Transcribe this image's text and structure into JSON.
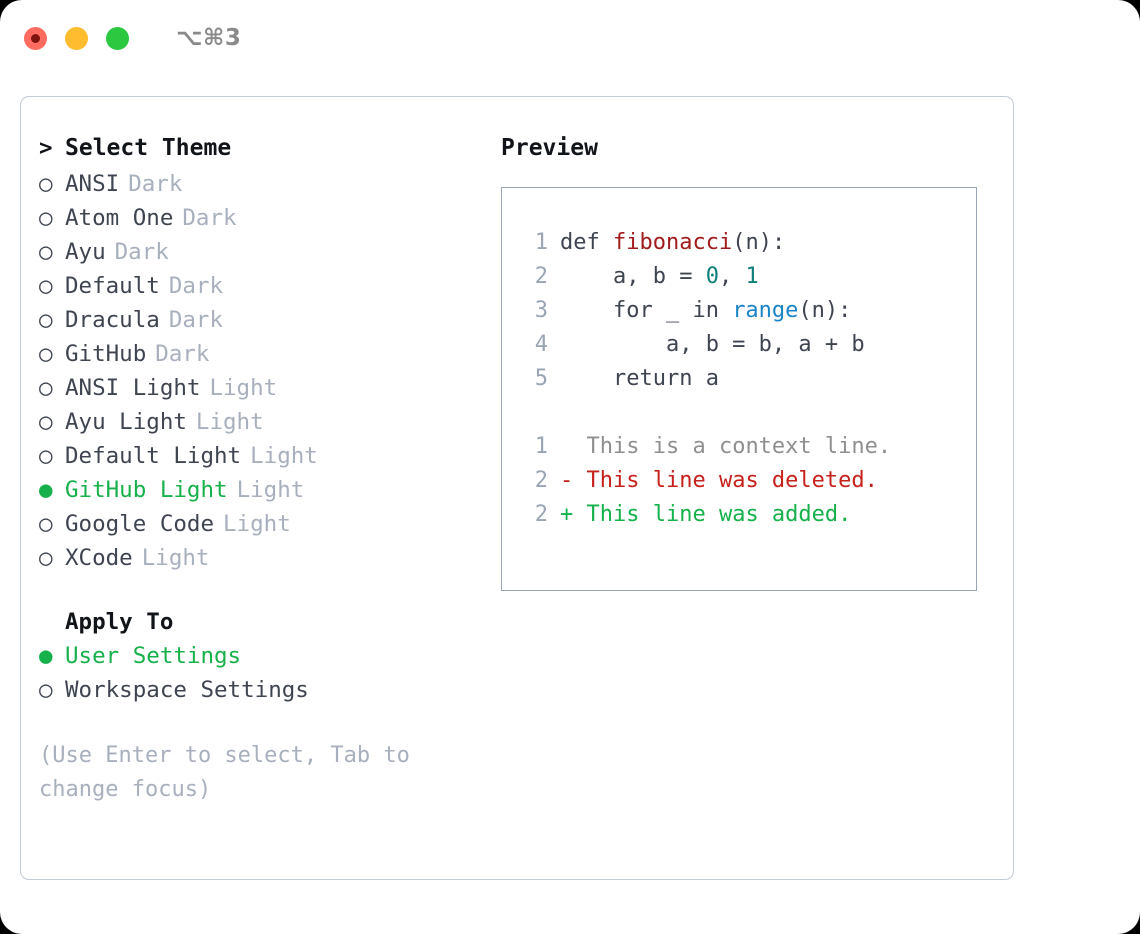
{
  "window": {
    "title": "⌥⌘3",
    "traffic_lights": [
      "close",
      "minimize",
      "maximize"
    ]
  },
  "theme_picker": {
    "header_prompt": ">",
    "header_label": "Select Theme",
    "items": [
      {
        "bullet": "○",
        "label": "ANSI",
        "suffix": "Dark",
        "selected": false
      },
      {
        "bullet": "○",
        "label": "Atom One",
        "suffix": "Dark",
        "selected": false
      },
      {
        "bullet": "○",
        "label": "Ayu",
        "suffix": "Dark",
        "selected": false
      },
      {
        "bullet": "○",
        "label": "Default",
        "suffix": "Dark",
        "selected": false
      },
      {
        "bullet": "○",
        "label": "Dracula",
        "suffix": "Dark",
        "selected": false
      },
      {
        "bullet": "○",
        "label": "GitHub",
        "suffix": "Dark",
        "selected": false
      },
      {
        "bullet": "○",
        "label": "ANSI Light",
        "suffix": "Light",
        "selected": false
      },
      {
        "bullet": "○",
        "label": "Ayu Light",
        "suffix": "Light",
        "selected": false
      },
      {
        "bullet": "○",
        "label": "Default Light",
        "suffix": "Light",
        "selected": false
      },
      {
        "bullet": "●",
        "label": "GitHub Light",
        "suffix": "Light",
        "selected": true
      },
      {
        "bullet": "○",
        "label": "Google Code",
        "suffix": "Light",
        "selected": false
      },
      {
        "bullet": "○",
        "label": "XCode",
        "suffix": "Light",
        "selected": false
      }
    ]
  },
  "apply_to": {
    "title": "Apply To",
    "items": [
      {
        "bullet": "●",
        "label": "User Settings",
        "selected": true
      },
      {
        "bullet": "○",
        "label": "Workspace Settings",
        "selected": false
      }
    ]
  },
  "hint": "(Use Enter to select, Tab to change focus)",
  "preview": {
    "title": "Preview",
    "code_lines": [
      {
        "no": "1",
        "tokens": [
          {
            "t": "def ",
            "c": "plain"
          },
          {
            "t": "fibonacci",
            "c": "fn"
          },
          {
            "t": "(n):",
            "c": "plain"
          }
        ]
      },
      {
        "no": "2",
        "tokens": [
          {
            "t": "    a, b = ",
            "c": "plain"
          },
          {
            "t": "0",
            "c": "num"
          },
          {
            "t": ", ",
            "c": "plain"
          },
          {
            "t": "1",
            "c": "num"
          }
        ]
      },
      {
        "no": "3",
        "tokens": [
          {
            "t": "    for _ in ",
            "c": "plain"
          },
          {
            "t": "range",
            "c": "call"
          },
          {
            "t": "(n):",
            "c": "plain"
          }
        ]
      },
      {
        "no": "4",
        "tokens": [
          {
            "t": "        a, b = b, a + b",
            "c": "plain"
          }
        ]
      },
      {
        "no": "5",
        "tokens": [
          {
            "t": "    return a",
            "c": "plain"
          }
        ]
      }
    ],
    "diff_lines": [
      {
        "no": "1",
        "marker": "  ",
        "text": "This is a context line.",
        "kind": "ctx"
      },
      {
        "no": "2",
        "marker": "- ",
        "text": "This line was deleted.",
        "kind": "del"
      },
      {
        "no": "2",
        "marker": "+ ",
        "text": "This line was added.",
        "kind": "add"
      }
    ]
  },
  "colors": {
    "accent_green": "#16b14b",
    "muted": "#a8b0bd",
    "text": "#3f4550",
    "diff_delete": "#c7211b",
    "diff_add": "#16b14b",
    "syntax_function": "#a01b1b",
    "syntax_number": "#0d7e7a",
    "syntax_call": "#1a84c7",
    "border": "#98a4b3"
  }
}
